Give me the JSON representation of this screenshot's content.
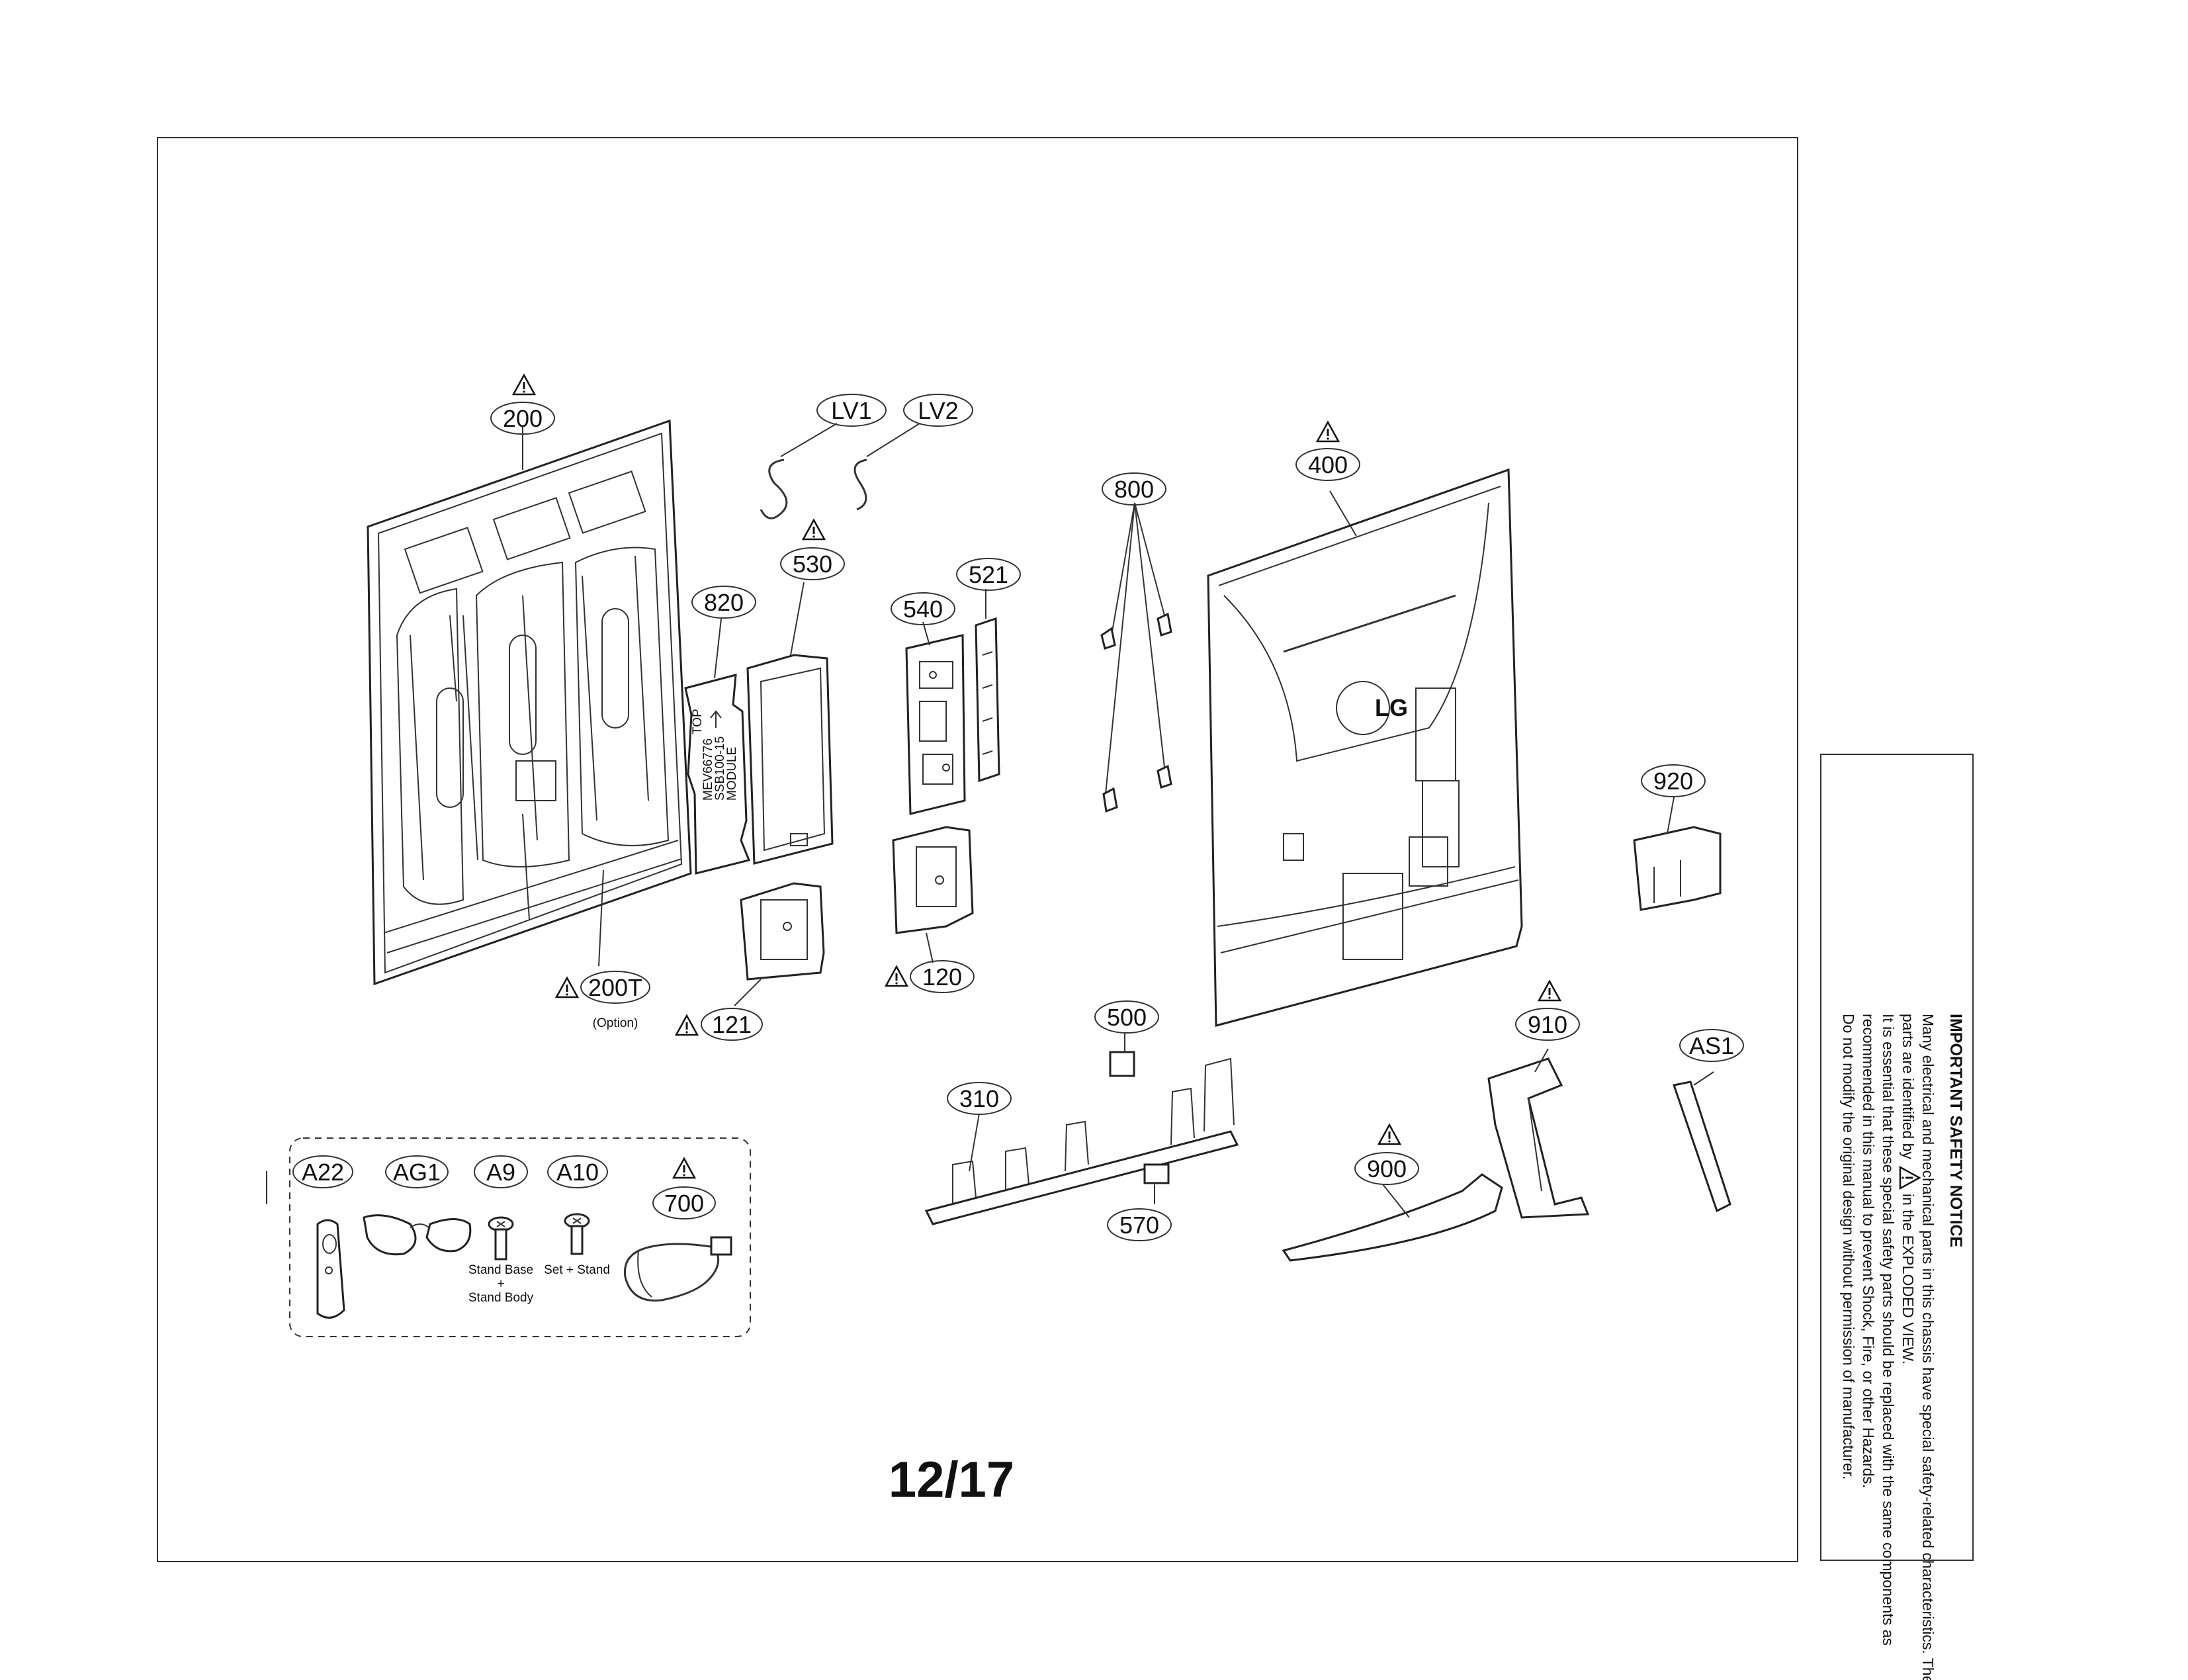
{
  "page": {
    "page_number": "12/17"
  },
  "callouts": [
    {
      "id": "200",
      "label": "200",
      "warning": true
    },
    {
      "id": "200T",
      "label": "200T",
      "warning": true,
      "note": "(Option)"
    },
    {
      "id": "LV1",
      "label": "LV1",
      "warning": false
    },
    {
      "id": "LV2",
      "label": "LV2",
      "warning": false
    },
    {
      "id": "530",
      "label": "530",
      "warning": true
    },
    {
      "id": "820",
      "label": "820",
      "warning": false
    },
    {
      "id": "121",
      "label": "121",
      "warning": true
    },
    {
      "id": "540",
      "label": "540",
      "warning": false
    },
    {
      "id": "521",
      "label": "521",
      "warning": false
    },
    {
      "id": "120",
      "label": "120",
      "warning": true
    },
    {
      "id": "800",
      "label": "800",
      "warning": false
    },
    {
      "id": "400",
      "label": "400",
      "warning": true
    },
    {
      "id": "920",
      "label": "920",
      "warning": false
    },
    {
      "id": "500",
      "label": "500",
      "warning": false
    },
    {
      "id": "310",
      "label": "310",
      "warning": false
    },
    {
      "id": "570",
      "label": "570",
      "warning": false
    },
    {
      "id": "910",
      "label": "910",
      "warning": true
    },
    {
      "id": "900",
      "label": "900",
      "warning": true
    },
    {
      "id": "AS1",
      "label": "AS1",
      "warning": false
    },
    {
      "id": "A22",
      "label": "A22",
      "warning": false
    },
    {
      "id": "AG1",
      "label": "AG1",
      "warning": false
    },
    {
      "id": "A9",
      "label": "A9",
      "warning": false
    },
    {
      "id": "A10",
      "label": "A10",
      "warning": false
    },
    {
      "id": "700",
      "label": "700",
      "warning": true
    }
  ],
  "accessory_notes": {
    "a9_line1": "Stand Base",
    "a9_line2": "+",
    "a9_line3": "Stand Body",
    "a10": "Set + Stand"
  },
  "part_markings": {
    "logo": "LG",
    "label_820_top": "TOP",
    "label_820_lines": [
      "MEV66776",
      "SSB100-15",
      "MODULE"
    ]
  },
  "safety_notice": {
    "title": "IMPORTANT SAFETY NOTICE",
    "line1": "Many electrical and mechanical parts in this chassis have special safety-related characteristics. These",
    "line2_a": "parts are identified by",
    "line2_b": "in the EXPLODED VIEW.",
    "line3": "It is essential that these special safety parts should be replaced with the same components as",
    "line4": "recommended in this manual to prevent Shock, Fire, or other Hazards.",
    "line5": "Do not modify the original design without permission of manufacturer."
  },
  "colors": {
    "line": "#333333",
    "text": "#111111",
    "background": "#ffffff"
  }
}
